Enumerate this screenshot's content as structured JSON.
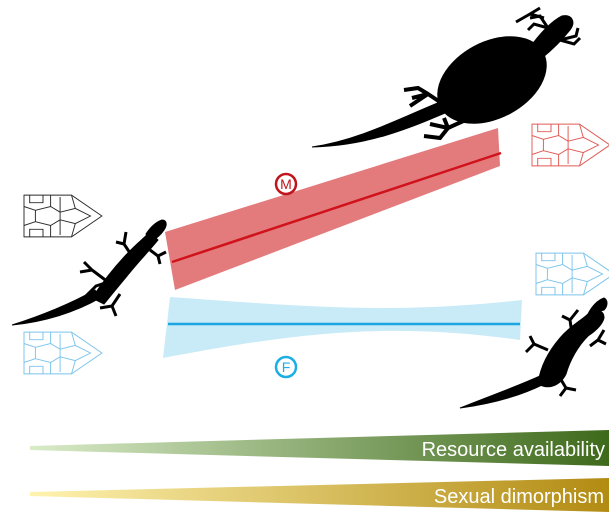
{
  "markers": {
    "male": {
      "label": "M",
      "color": "#c0151c"
    },
    "female": {
      "label": "F",
      "color": "#1aaee5"
    }
  },
  "bands": {
    "male": {
      "line_color": "#d0131b",
      "fill_color": "#e37a7c"
    },
    "female": {
      "line_color": "#1aa6e0",
      "fill_color": "#c9ebf8"
    }
  },
  "gradients": {
    "resource": {
      "label": "Resource availability",
      "start_color": "#d9ebc8",
      "end_color": "#3e6a1b"
    },
    "dimorphism": {
      "label": "Sexual dimorphism",
      "start_color": "#fff3b0",
      "end_color": "#b28b12"
    }
  },
  "head_outlines": {
    "neutral": "#2b2b2b",
    "male": "#e05a55",
    "female": "#7cc4ec"
  },
  "silhouette_color": "#000000"
}
